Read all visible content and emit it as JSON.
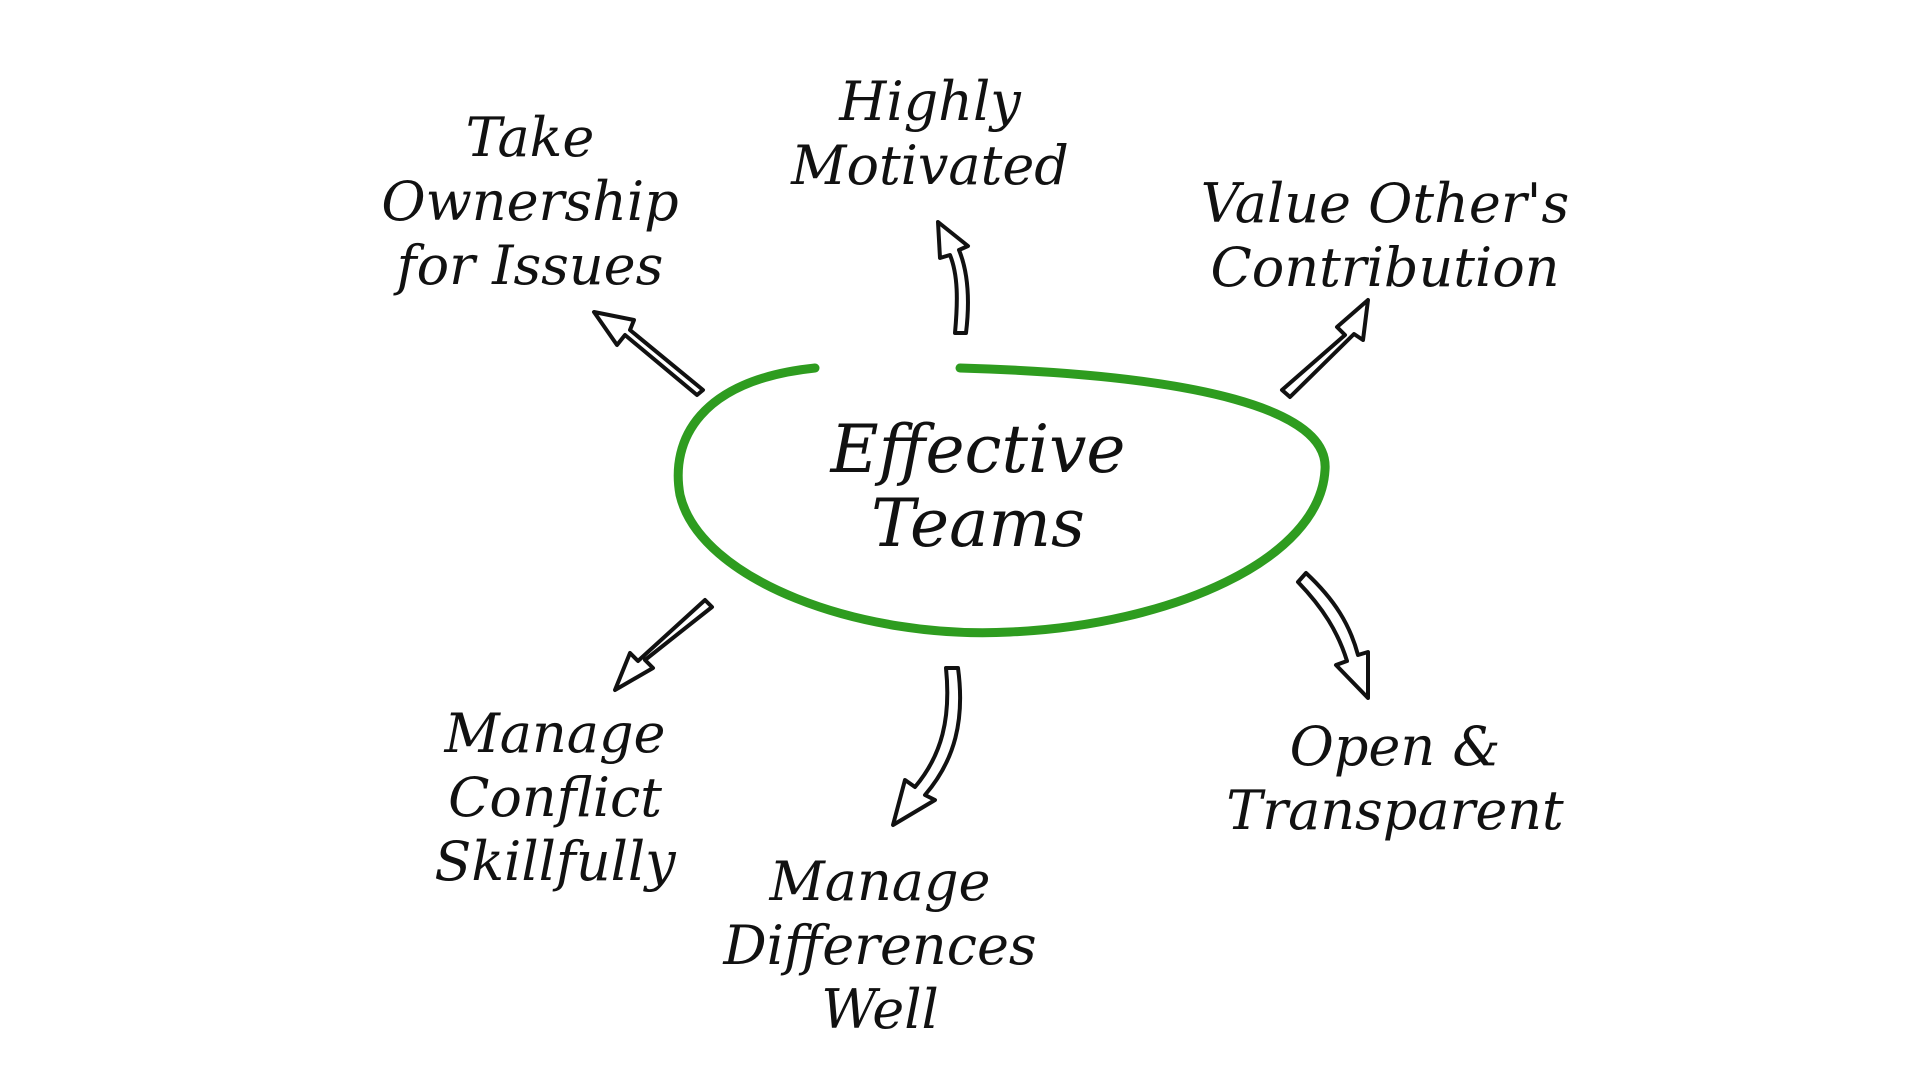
{
  "center": {
    "lines": [
      "Effective",
      "Teams"
    ],
    "ellipse_color": "#2e9c1f"
  },
  "branches": [
    {
      "id": "take-ownership",
      "lines": [
        "Take",
        "Ownership",
        "for Issues"
      ]
    },
    {
      "id": "highly-motivated",
      "lines": [
        "Highly",
        "Motivated"
      ]
    },
    {
      "id": "value-others",
      "lines": [
        "Value Other's",
        "Contribution"
      ]
    },
    {
      "id": "manage-conflict",
      "lines": [
        "Manage",
        "Conflict",
        "Skillfully"
      ]
    },
    {
      "id": "manage-differences",
      "lines": [
        "Manage",
        "Differences",
        "Well"
      ]
    },
    {
      "id": "open-transparent",
      "lines": [
        "Open &",
        "Transparent"
      ]
    }
  ],
  "colors": {
    "text": "#111111",
    "arrow_stroke": "#111111",
    "arrow_fill": "#ffffff",
    "background": "#ffffff"
  }
}
